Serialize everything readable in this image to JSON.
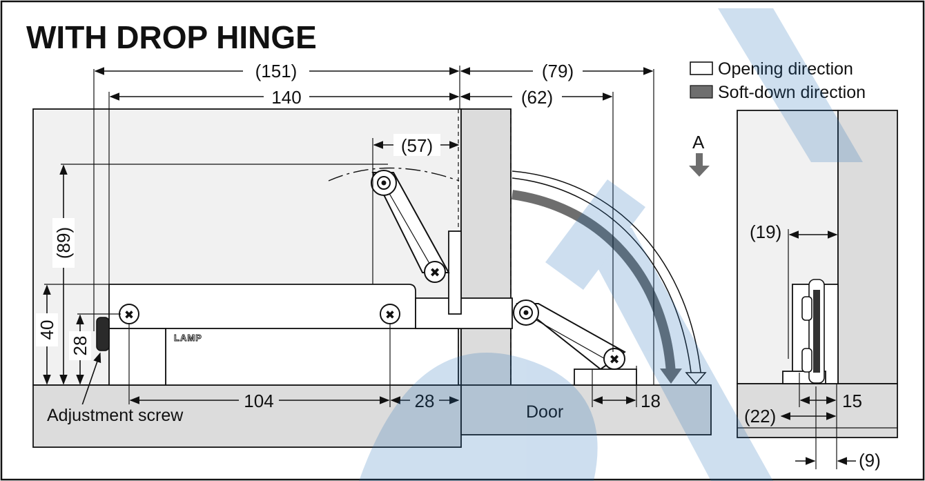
{
  "title": "WITH DROP HINGE",
  "legend": {
    "opening": "Opening direction",
    "soft_down": "Soft-down direction"
  },
  "dimensions": {
    "d151": "(151)",
    "d140": "140",
    "d79": "(79)",
    "d62": "(62)",
    "d57": "(57)",
    "d89": "(89)",
    "d40": "40",
    "d28_vert": "28",
    "d104": "104",
    "d28_horiz": "28",
    "d18": "18",
    "d19": "(19)",
    "d15": "15",
    "d22": "(22)",
    "d9": "(9)"
  },
  "labels": {
    "arrow_a": "A",
    "door": "Door",
    "adjustment_screw": "Adjustment screw",
    "brand": "LAMP"
  },
  "colors": {
    "panel_gray": "#dcdcdc",
    "light_gray": "#f1f1f1",
    "soft_down_arrow": "#6e6e6e",
    "watermark": "#1f6fb8"
  }
}
